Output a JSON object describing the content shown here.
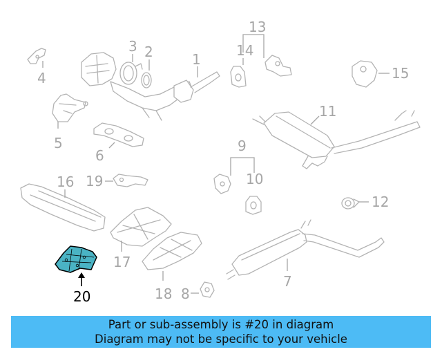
{
  "diagram": {
    "labels": {
      "p1": "1",
      "p2": "2",
      "p3": "3",
      "p4": "4",
      "p5": "5",
      "p6": "6",
      "p7": "7",
      "p8": "8",
      "p9": "9",
      "p10": "10",
      "p11": "11",
      "p12": "12",
      "p13": "13",
      "p14": "14",
      "p15": "15",
      "p16": "16",
      "p17": "17",
      "p18": "18",
      "p19": "19",
      "p20": "20"
    },
    "highlighted_part": "20",
    "highlight_color": "#4ab3c4",
    "part_line_color": "#b3b3b3"
  },
  "banner": {
    "line1": "Part or sub-assembly is #20 in diagram",
    "line2": "Diagram may not be specific to your vehicle",
    "background": "#4dbbf5"
  }
}
